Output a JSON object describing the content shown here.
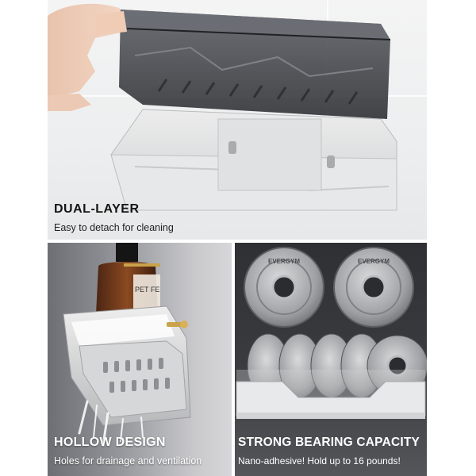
{
  "panels": {
    "top": {
      "title": "DUAL-LAYER",
      "subtitle": "Easy to detach for cleaning"
    },
    "bottom_left": {
      "title": "HOLLOW DESIGN",
      "subtitle": "Holes for drainage and ventilation",
      "bottle_label": "PET FE"
    },
    "bottom_right": {
      "title": "STRONG BEARING CAPACITY",
      "subtitle": "Nano-adhesive! Hold up to 16 pounds!",
      "plate_brand": "EVERGYM"
    }
  },
  "colors": {
    "shelf_gray": "#d9dbdc",
    "tray_smoke": "#3a3d42",
    "caption_dark": "#151515",
    "caption_light": "#ffffff",
    "brass": "#c9a24a"
  }
}
